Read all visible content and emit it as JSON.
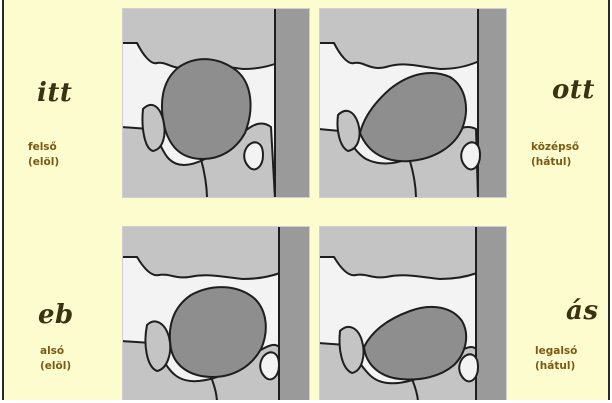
{
  "diagram": {
    "quadrants": [
      {
        "word": "itt",
        "line1": "felső",
        "line2": "(elöl)"
      },
      {
        "word": "ott",
        "line1": "középső",
        "line2": "(hátul)"
      },
      {
        "word": "eb",
        "line1": "alsó",
        "line2": "(elöl)"
      },
      {
        "word": "ás",
        "line1": "legalsó",
        "line2": "(hátul)"
      }
    ],
    "colors": {
      "background": "#fdfccf",
      "tissue": "#c4c4c4",
      "tongue": "#8e8e8e",
      "wall": "#9a9a9a",
      "outline": "#1e1e1e",
      "word": "#3a3210",
      "description": "#7a5a15"
    }
  }
}
